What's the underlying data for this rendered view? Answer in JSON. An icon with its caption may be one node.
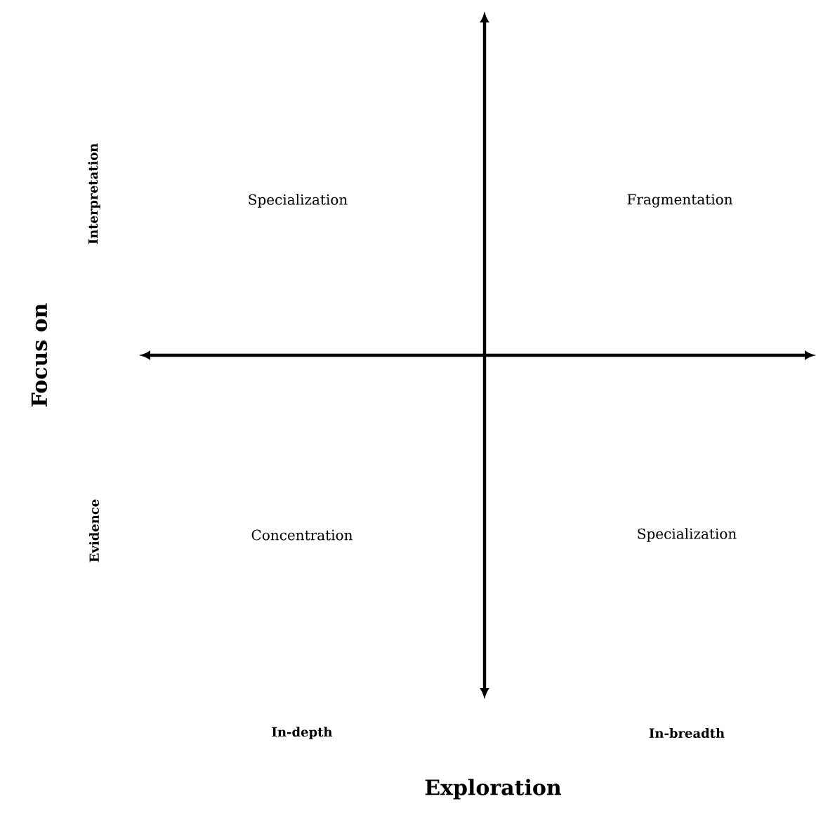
{
  "diagram": {
    "labels": [
      "Interpretation",
      "Specialization",
      "Fragmentation",
      "Focus on",
      "Evidence",
      "Concentration",
      "Specialization",
      "In-depth",
      "In-breadth",
      "Exploration"
    ]
  }
}
